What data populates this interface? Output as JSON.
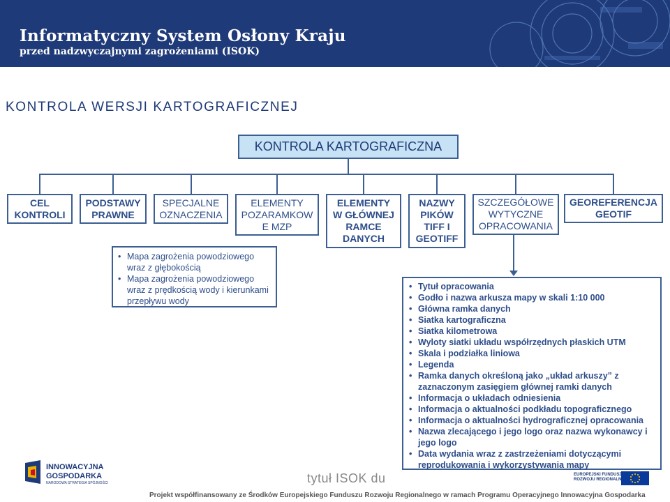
{
  "header": {
    "title": "Informatyczny System Osłony Kraju",
    "subtitle": "przed nadzwyczajnymi zagrożeniami (ISOK)"
  },
  "slide_title": "KONTROLA WERSJI KARTOGRAFICZNEJ",
  "root": "KONTROLA KARTOGRAFICZNA",
  "categories": [
    "CEL\nKONTROLI",
    "PODSTAWY\nPRAWNE",
    "SPECJALNE\nOZNACZENIA",
    "ELEMENTY\nPOZARAMKOW\nE MZP",
    "ELEMENTY\nW GŁÓWNEJ\nRAMCE\nDANYCH",
    "NAZWY\nPIKÓW\nTIFF I\nGEOTIFF",
    "SZCZEGÓŁOWE\nWYTYCZNE\nOPRACOWANIA",
    "GEOREFERENCJA\nGEOTIF"
  ],
  "left_list": [
    "Mapa zagrożenia powodziowego wraz z głębokością",
    "Mapa zagrożenia powodziowego wraz z prędkością wody i kierunkami przepływu wody"
  ],
  "right_list": [
    "Tytuł opracowania",
    "Godło i nazwa arkusza mapy w skali 1:10 000",
    "Główna ramka danych",
    "Siatka kartograficzna",
    "Siatka kilometrowa",
    "Wyloty siatki układu współrzędnych płaskich UTM",
    "Skala i podziałka liniowa",
    "Legenda",
    "Ramka danych określoną jako „układ arkuszy” z zaznaczonym zasięgiem głównej ramki danych",
    "Informacja o układach odniesienia",
    "Informacja o aktualności podkładu topograficznego",
    "Informacja o aktualności hydrograficznej opracowania",
    "Nazwa zlecającego i jego logo oraz nazwa wykonawcy i jego logo",
    "Data wydania wraz z zastrzeżeniami dotyczącymi reprodukowania i wykorzystywania mapy"
  ],
  "footer": {
    "logo_left_line1": "INNOWACYJNA",
    "logo_left_line2": "GOSPODARKA",
    "logo_left_line3": "NARODOWA STRATEGIA SPÓJNOŚCI",
    "watermark": "tytuł ISOK du",
    "eu_line1": "EUROPEJSKI FUNDUSZ",
    "eu_line2": "ROZWOJU REGIONALNEGO",
    "funding_text": "Projekt współfinansowany ze Środków Europejskiego Funduszu Rozwoju Regionalnego w ramach Programu Operacyjnego Innowacyjna Gospodarka"
  },
  "colors": {
    "header_bg": "#1f3a78",
    "box_border": "#3b5f93",
    "box_text": "#2e4e8a",
    "root_fill": "#c6e2f4"
  }
}
